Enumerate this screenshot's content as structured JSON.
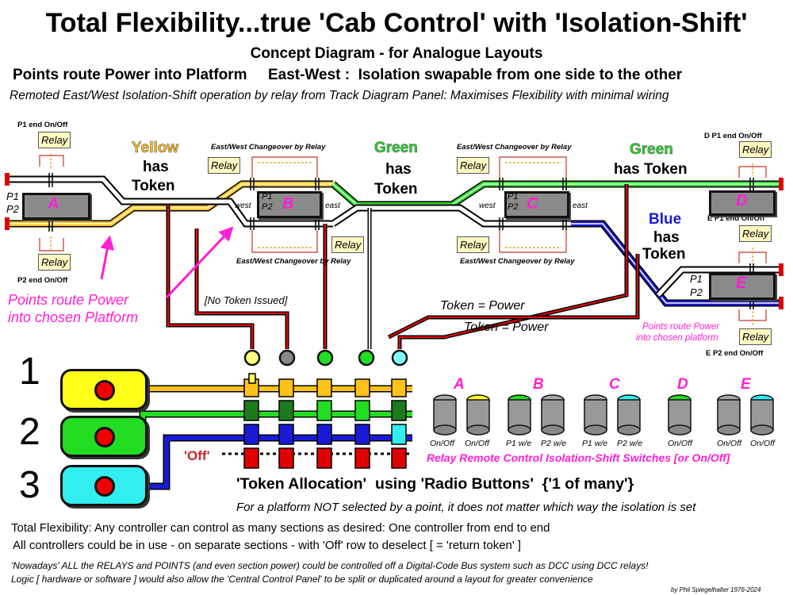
{
  "header": {
    "title": "Total Flexibility...true 'Cab Control' with 'Isolation-Shift'",
    "subtitle": "Concept Diagram - for Analogue Layouts",
    "line2": "Points route Power into Platform     East-West :  Isolation swapable from one side to the other",
    "line3": "Remoted East/West Isolation-Shift operation by relay from Track Diagram Panel: Maximises Flexibility with minimal wiring"
  },
  "relays": {
    "label": "Relay",
    "p1_end": "P1 end On/Off",
    "p2_end": "P2 end On/Off",
    "d_p1_end": "D P1 end On/Off",
    "e_p1_end": "E P1 end On/Off",
    "e_p2_end": "E P2 end On/Off",
    "changeover": "East/West Changeover by Relay"
  },
  "sections": {
    "a": "A",
    "b": "B",
    "c": "C",
    "d": "D",
    "e": "E",
    "p1": "P1",
    "p2": "P2",
    "west": "west",
    "east": "east"
  },
  "tokens": {
    "yellow_word": "Yellow",
    "green_word": "Green",
    "blue_word": "Blue",
    "has": "has",
    "token": "Token",
    "has_token": "has Token",
    "no_token": "[No Token Issued]",
    "token_power": "Token = Power"
  },
  "annotations": {
    "points_route_1": "Points route Power",
    "points_route_2": "into chosen Platform",
    "points_route_small_1": "Points route Power",
    "points_route_small_2": "into chosen platform"
  },
  "controllers": [
    {
      "number": "1",
      "color": "#ffff1a"
    },
    {
      "number": "2",
      "color": "#22dd22"
    },
    {
      "number": "3",
      "color": "#33eeee"
    }
  ],
  "off_label": "'Off'",
  "switches": {
    "letters": [
      "A",
      "B",
      "C",
      "D",
      "E"
    ],
    "labels": [
      "On/Off",
      "On/Off",
      "P1 w/e",
      "P2 w/e",
      "P1 w/e",
      "P2 w/e",
      "On/Off",
      "On/Off",
      "On/Off"
    ],
    "caption": "Relay Remote Control Isolation-Shift Switches [or On/Off]"
  },
  "footer": {
    "token_alloc": "'Token Allocation'  using 'Radio Buttons'  {'1 of many'}",
    "platform_note": "For a platform NOT selected by a point, it does not matter which way the isolation is set",
    "flex1": "Total Flexibility: Any controller can control as many sections as desired:  One controller from end to end",
    "flex2": "All controllers could be in use - on separate sections - with 'Off' row to deselect  [ = 'return token' ]",
    "nowadays": "'Nowadays' ALL the RELAYS and POINTS  (and even section power)  could be controlled off a Digital-Code Bus system such as DCC  using DCC relays!",
    "logic": "Logic [  hardware or software ] would also allow the 'Central Control Panel' to be split or duplicated around a layout for greater convenience",
    "credit": "by Phil Spiegelhalter 1976-2024"
  },
  "colors": {
    "yellow": "#ffc21a",
    "green": "#22dd22",
    "blue": "#1a1ad6",
    "red": "#e00000",
    "magenta": "#ff1fd4"
  }
}
